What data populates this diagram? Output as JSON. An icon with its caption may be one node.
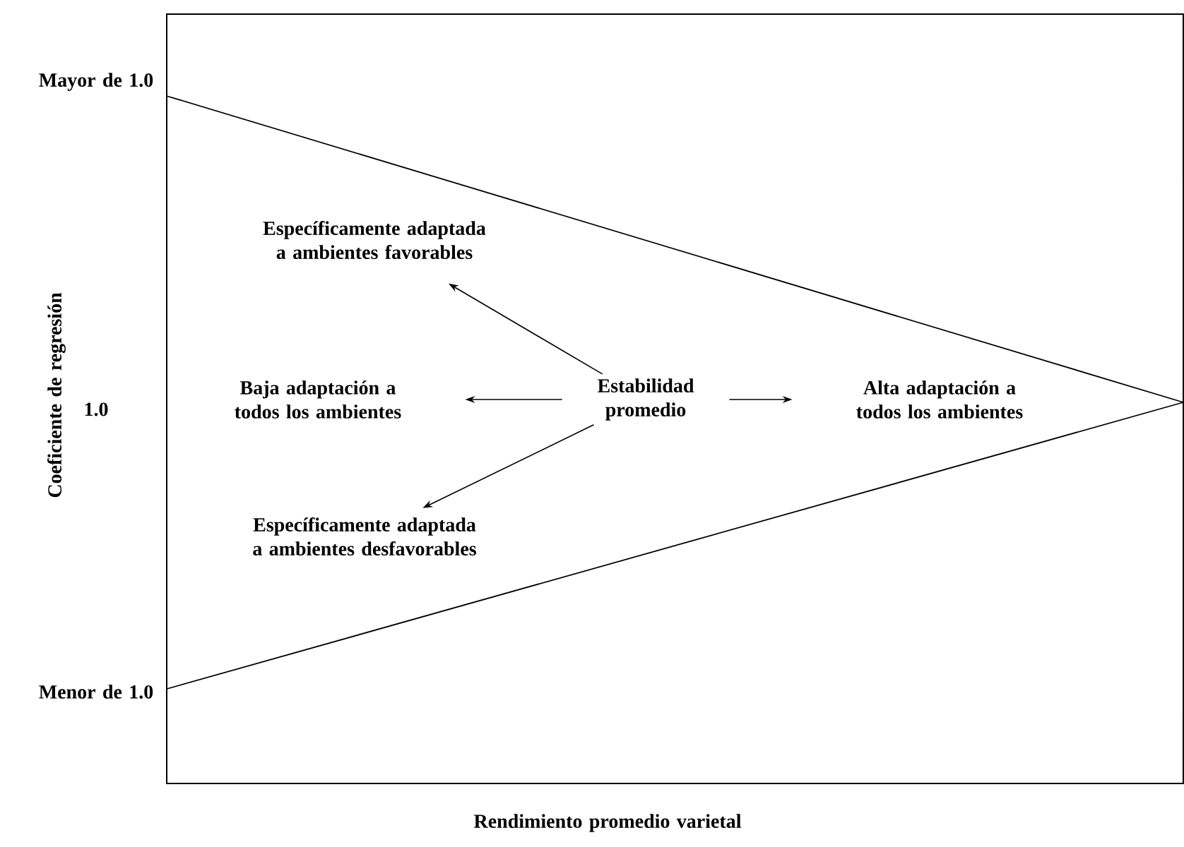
{
  "diagram": {
    "nodes": [
      {
        "text": [
          "Estabilidad promedio"
        ]
      },
      {
        "text": [
          "Específicamente adaptada a ambientes favorables"
        ]
      },
      {
        "text": [
          "Baja adaptación a todos los ambientes"
        ]
      },
      {
        "text": [
          "Alta adaptación a todos los ambientes"
        ]
      },
      {
        "text": [
          "Específicamente adaptada a ambientes desfavorables"
        ]
      }
    ],
    "edges": [
      {
        "from": 0,
        "to": 1,
        "arrow": "to"
      },
      {
        "from": 0,
        "to": 2,
        "arrow": "to"
      },
      {
        "from": 0,
        "to": 3,
        "arrow": "to"
      },
      {
        "from": 0,
        "to": 4,
        "arrow": "to"
      }
    ],
    "labels": [
      "Mayor de 1.0",
      "Coeficiente de regresión",
      "1.0",
      "Menor de 1.0",
      "Rendimiento promedio varietal"
    ]
  }
}
